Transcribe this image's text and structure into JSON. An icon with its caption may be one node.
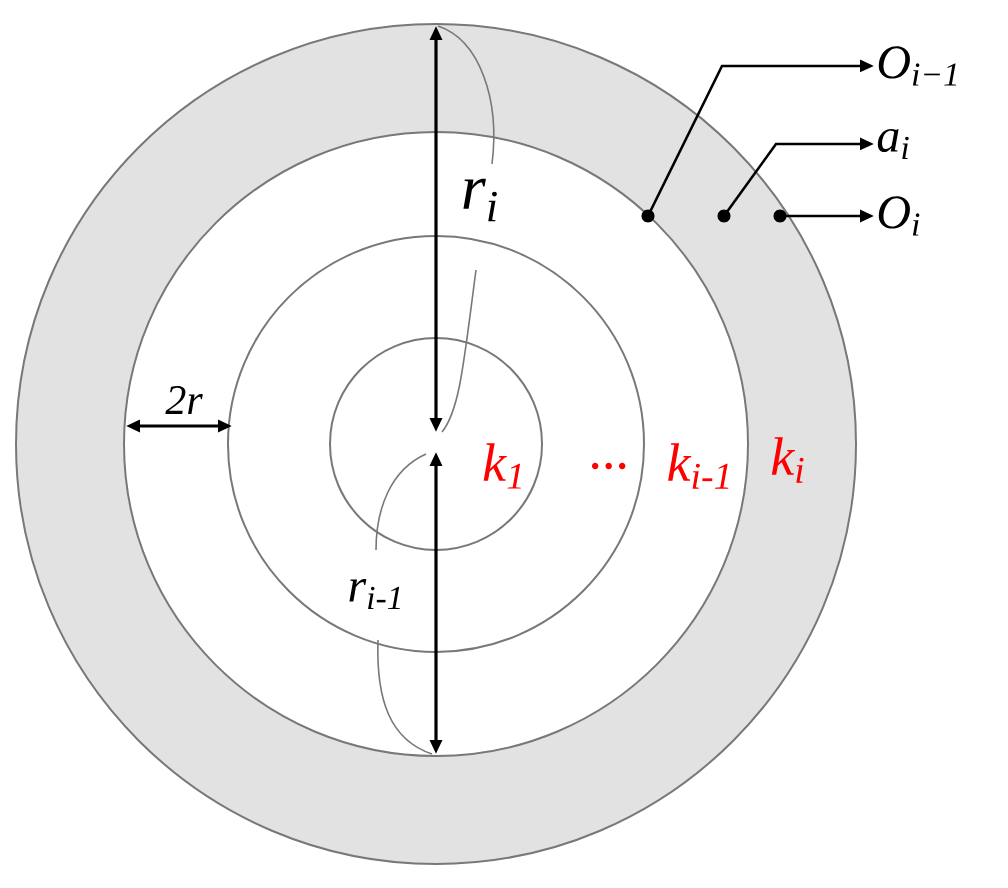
{
  "diagram": {
    "nodes": [
      {
        "text": [
          "O$_{i−1}$"
        ]
      },
      {
        "text": [
          "a$_{i}$"
        ]
      },
      {
        "text": [
          "O$_{i}$"
        ]
      },
      {
        "text": [],
        "shape": "circle"
      },
      {
        "text": [],
        "shape": "circle"
      },
      {
        "text": [],
        "shape": "circle"
      }
    ],
    "edges": [
      {
        "from": 3,
        "to": 0,
        "arrow": "to"
      },
      {
        "from": 4,
        "to": 1,
        "arrow": "to"
      },
      {
        "from": 5,
        "to": 2,
        "arrow": "to"
      }
    ],
    "labels": [
      "r$_{i}$",
      "2r",
      "k$_{1}$",
      "...",
      "k$_{i-1}$",
      "k$_{i}$",
      "r$_{i-1}$"
    ]
  }
}
